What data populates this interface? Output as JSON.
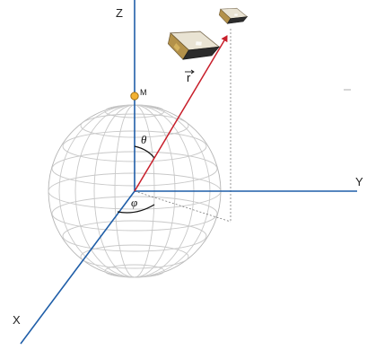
{
  "diagram": {
    "axes": {
      "z_label": "Z",
      "y_label": "Y",
      "x_label": "X"
    },
    "point_label": "M",
    "vector_label": "r",
    "polar_angle_label": "θ",
    "azimuth_angle_label": "φ",
    "icons": [
      "satellite-icon",
      "satellite-icon"
    ],
    "colors": {
      "axis": "#1f5ea8",
      "vector": "#c81e2a",
      "grid": "#c8c8c8",
      "point": "#f2b233"
    }
  }
}
